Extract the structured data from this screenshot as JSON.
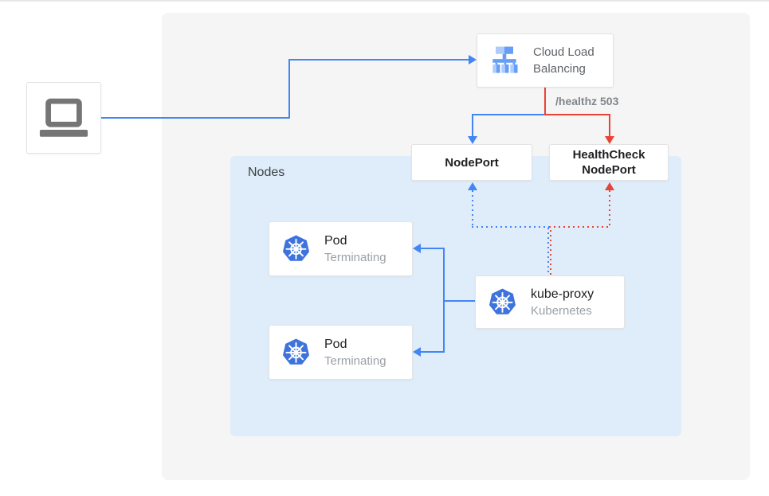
{
  "colors": {
    "blue": "#4285F4",
    "red": "#EA4335",
    "outer_panel_gray": "#F5F5F6",
    "nodes_panel_blue": "#DFEDFA",
    "box_border": "#E3E3E3",
    "text_dark": "#202124",
    "text_gray": "#5F6368",
    "muted_gray": "#80868B",
    "icon_gray": "#757575",
    "lb_icon_light_blue": "#AECBFA",
    "lb_icon_mid_blue": "#669DF6",
    "kubernetes_blue": "#3E73DE"
  },
  "client": {
    "icon": "laptop-icon"
  },
  "load_balancer": {
    "line1": "Cloud Load",
    "line2": "Balancing",
    "icon": "load-balancer-icon"
  },
  "edge_label": "/healthz 503",
  "node_port": {
    "label": "NodePort"
  },
  "health_check_node_port": {
    "line1": "HealthCheck",
    "line2": "NodePort"
  },
  "nodes_panel": {
    "label": "Nodes"
  },
  "pods": [
    {
      "title": "Pod",
      "subtitle": "Terminating",
      "icon": "kubernetes-icon"
    },
    {
      "title": "Pod",
      "subtitle": "Terminating",
      "icon": "kubernetes-icon"
    }
  ],
  "kube_proxy": {
    "title": "kube-proxy",
    "subtitle": "Kubernetes",
    "icon": "kubernetes-icon"
  }
}
